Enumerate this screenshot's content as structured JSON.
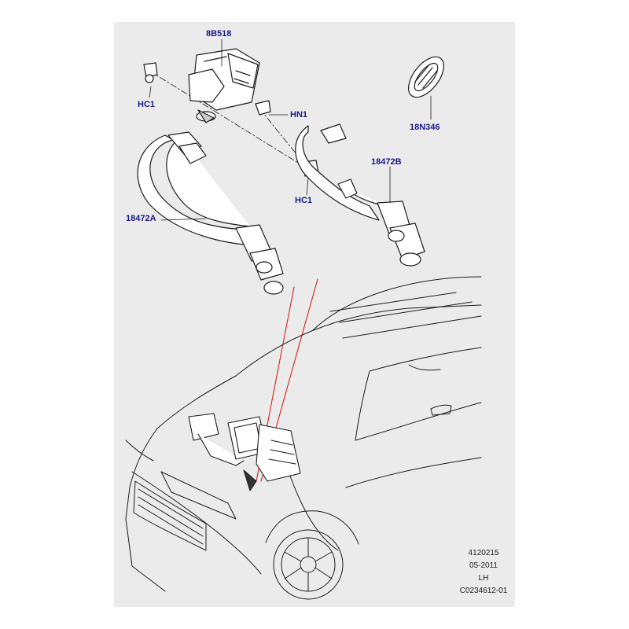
{
  "diagram": {
    "callouts": {
      "pump": "8B518",
      "clip_left": "HC1",
      "nut": "HN1",
      "grommet": "18N346",
      "hose_b": "18472B",
      "clip_center": "HC1",
      "hose_a": "18472A"
    },
    "colors": {
      "leader_red": "#d42222",
      "label_blue": "#1a1a8c",
      "line": "#1c1c1c",
      "sheet": "#ebebeb"
    },
    "info_block": {
      "number": "4120215",
      "date": "05-2011",
      "side": "LH",
      "code": "C0234612-01"
    }
  }
}
